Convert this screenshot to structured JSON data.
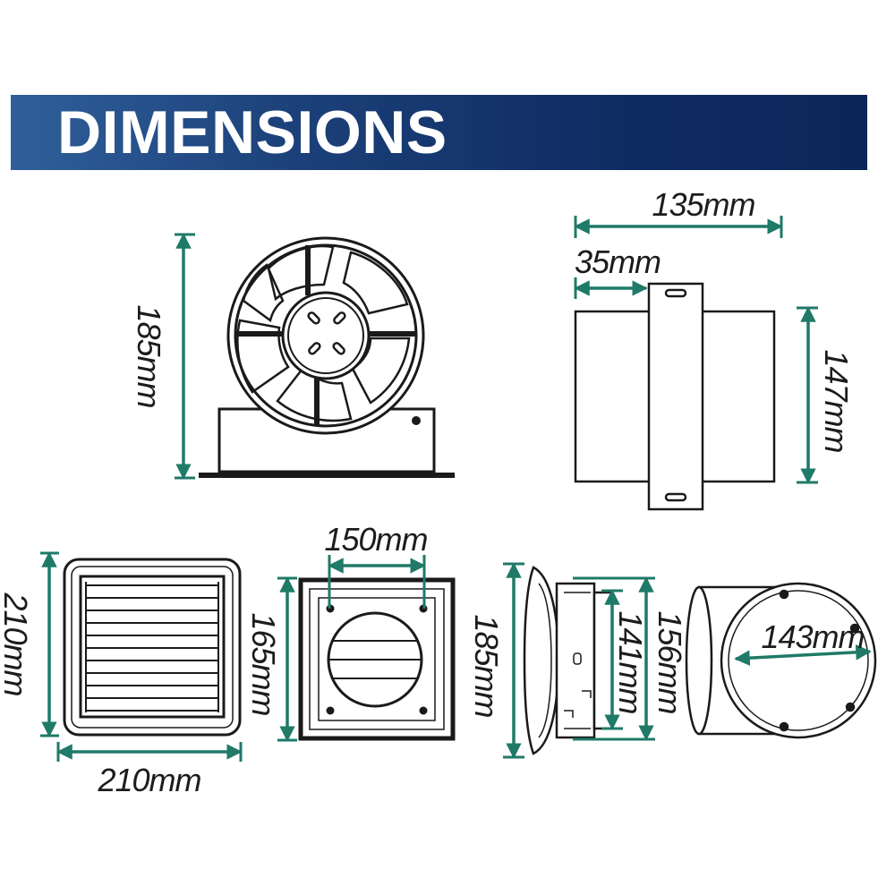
{
  "header": {
    "title": "DIMENSIONS"
  },
  "colors": {
    "banner": "#0f2c63",
    "dimension_line": "#1f7a68",
    "outline": "#1a1a1a"
  },
  "views": {
    "fan_front": {
      "height": "185mm"
    },
    "fan_side": {
      "length": "135mm",
      "offset": "35mm",
      "height": "147mm"
    },
    "grille": {
      "height": "210mm",
      "width": "210mm"
    },
    "vent_cover": {
      "width": "150mm",
      "height": "165mm"
    },
    "mount_side": {
      "outer": "185mm",
      "inner": "141mm",
      "flange": "156mm"
    },
    "duct_adapter": {
      "diameter": "143mm"
    }
  }
}
